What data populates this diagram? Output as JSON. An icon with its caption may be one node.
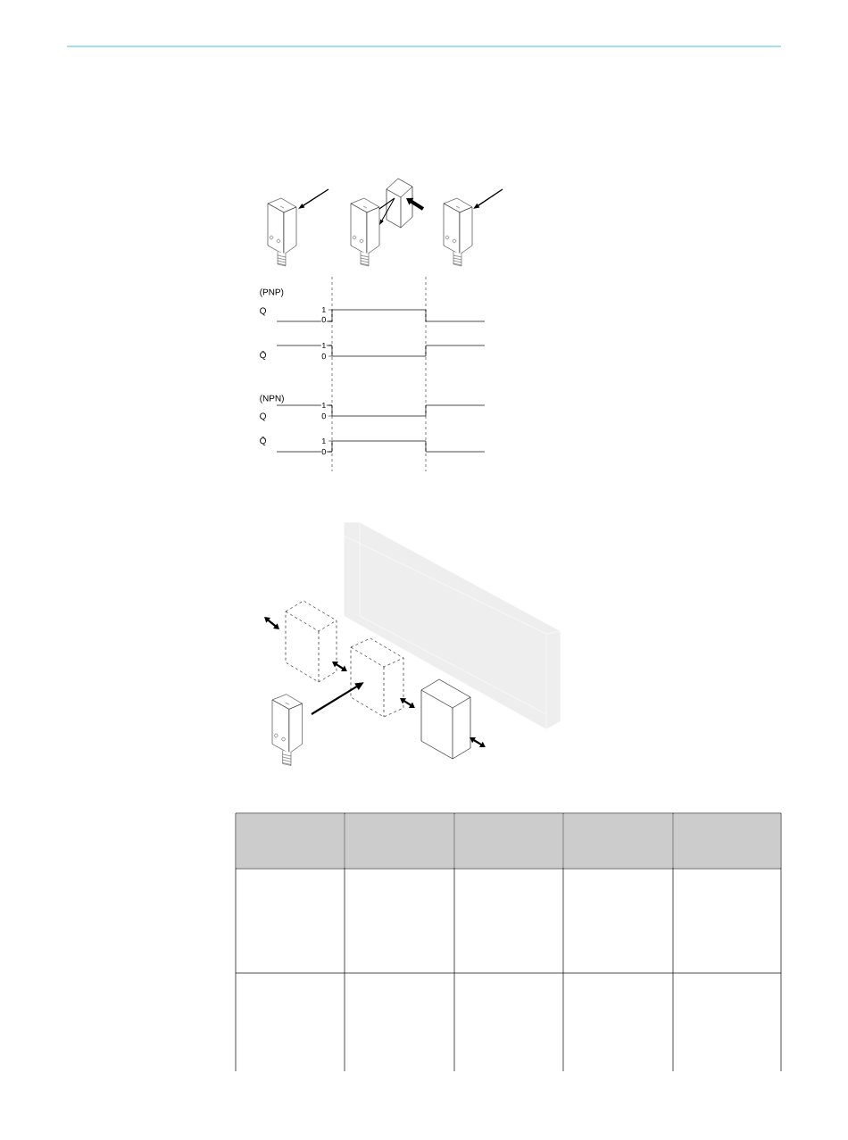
{
  "diagram": {
    "labels": [
      "(PNP)",
      "Q",
      "1",
      "0",
      "1",
      "Q̄",
      "0",
      "(NPN)",
      "1",
      "Q",
      "0",
      "Q̄",
      "1",
      "0"
    ]
  }
}
